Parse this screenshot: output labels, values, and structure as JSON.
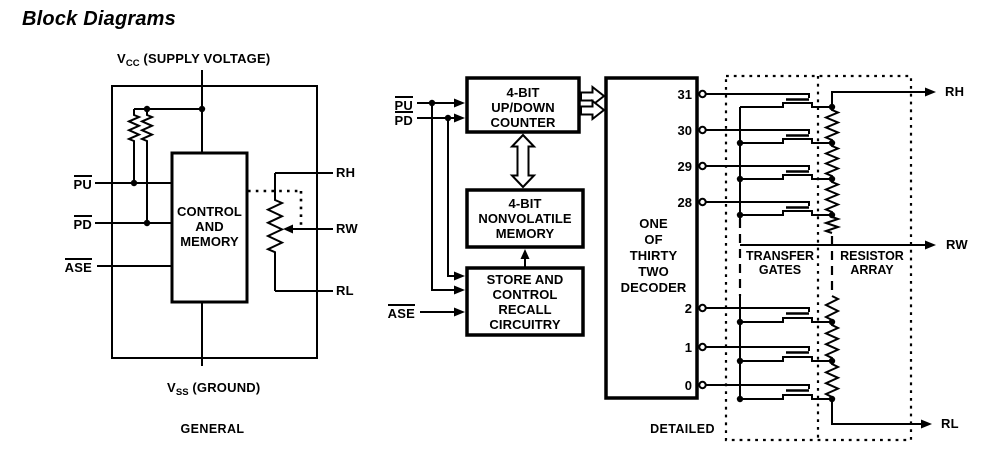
{
  "title": "Block Diagrams",
  "colors": {
    "ink": "#000000",
    "background": "#ffffff"
  },
  "general": {
    "caption": "GENERAL",
    "supply": {
      "base": "V",
      "sub": "CC",
      "rest": " (SUPPLY VOLTAGE)"
    },
    "ground": {
      "base": "V",
      "sub": "SS",
      "rest": " (GROUND)"
    },
    "pins": {
      "pu": "PU",
      "pd": "PD",
      "ase": "ASE"
    },
    "control_box": [
      "CONTROL",
      "AND",
      "MEMORY"
    ],
    "terminals": {
      "rh": "RH",
      "rw": "RW",
      "rl": "RL"
    }
  },
  "detailed": {
    "caption": "DETAILED",
    "pins": {
      "pu": "PU",
      "pd": "PD",
      "ase": "ASE"
    },
    "counter_box": [
      "4-BIT",
      "UP/DOWN",
      "COUNTER"
    ],
    "memory_box": [
      "4-BIT",
      "NONVOLATILE",
      "MEMORY"
    ],
    "store_box": [
      "STORE AND",
      "CONTROL",
      "RECALL",
      "CIRCUITRY"
    ],
    "decoder_box": [
      "ONE",
      "OF",
      "THIRTY",
      "TWO",
      "DECODER"
    ],
    "decoder_outputs": [
      "31",
      "30",
      "29",
      "28",
      "2",
      "1",
      "0"
    ],
    "gate_section": [
      "TRANSFER",
      "GATES"
    ],
    "array_section": [
      "RESISTOR",
      "ARRAY"
    ],
    "terminals": {
      "rh": "RH",
      "rw": "RW",
      "rl": "RL"
    }
  }
}
